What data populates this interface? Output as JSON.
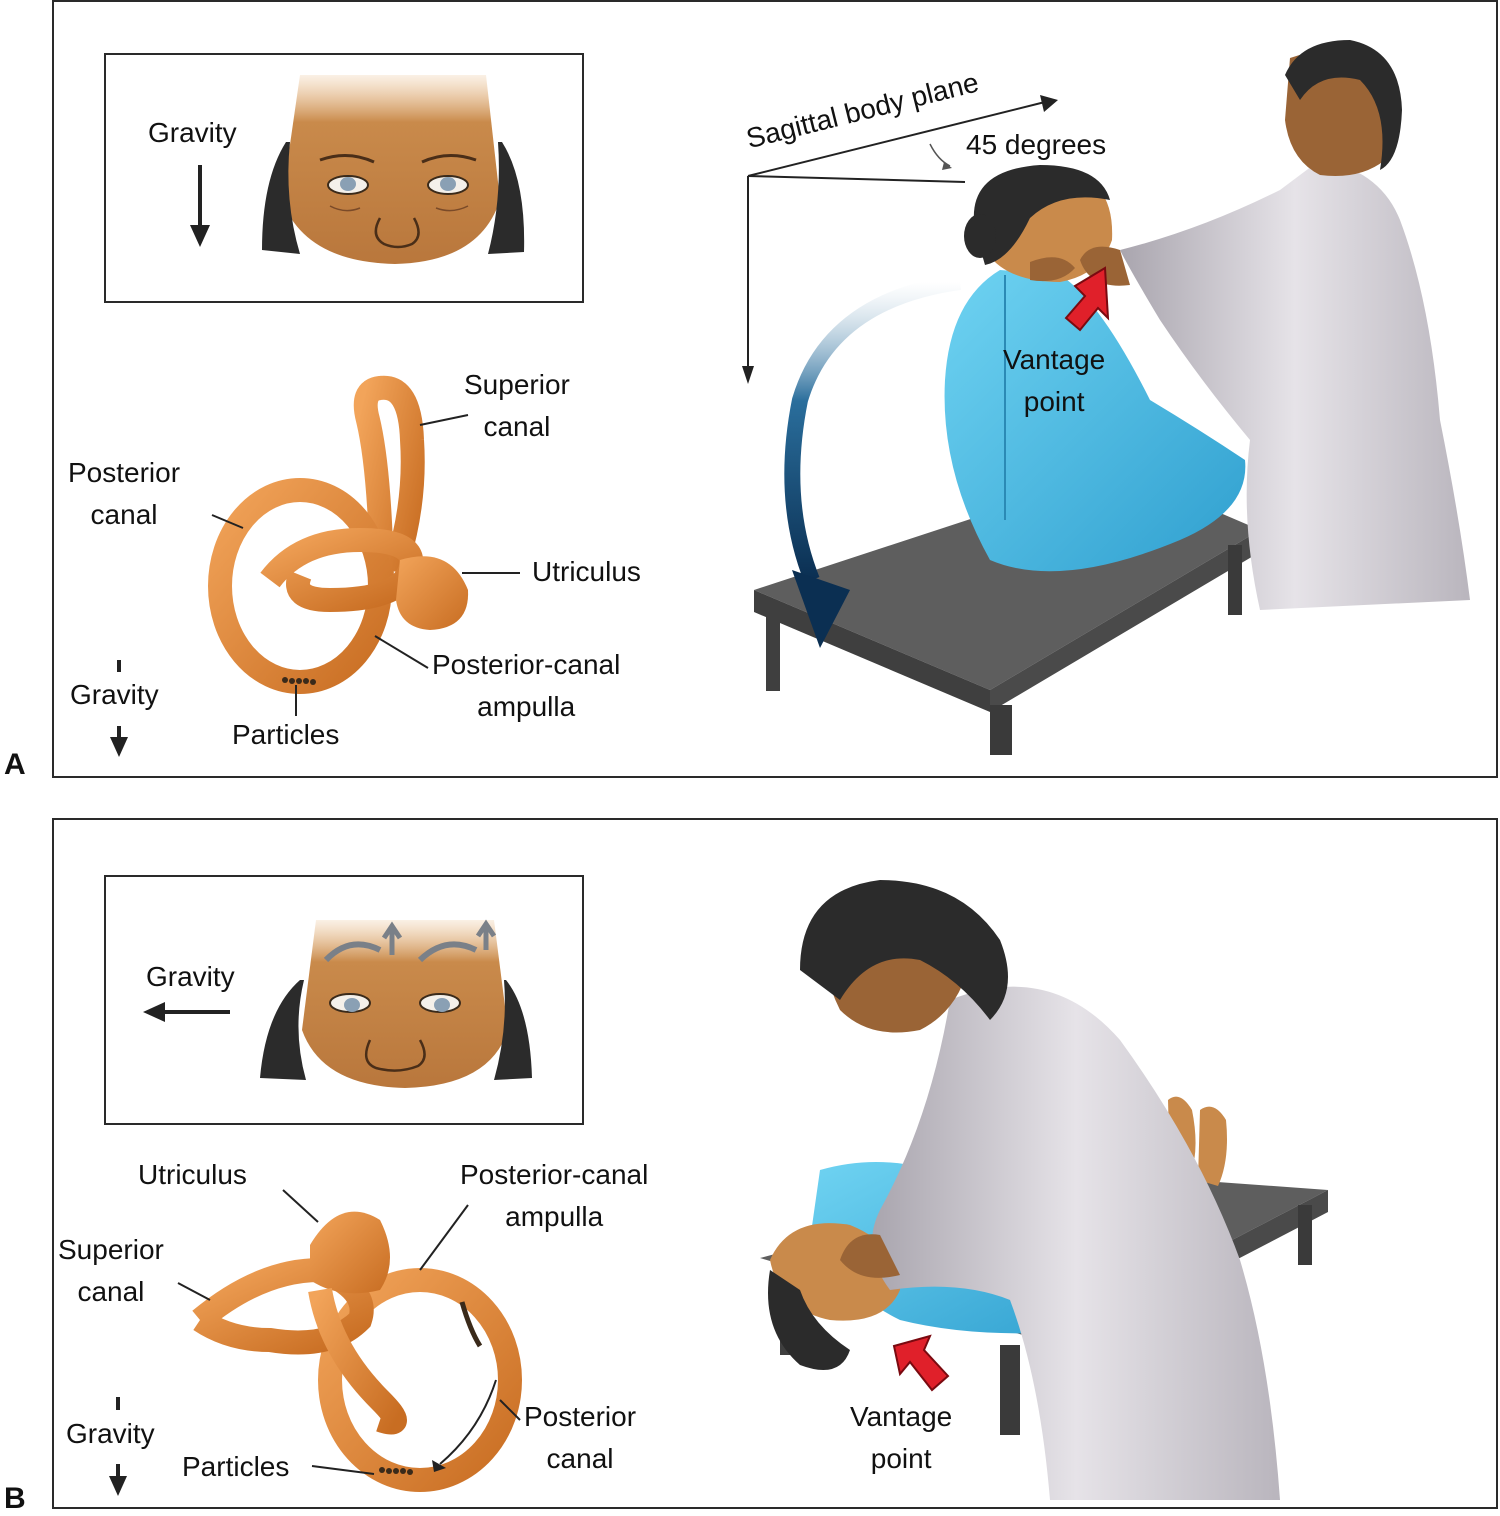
{
  "panels": [
    {
      "letter": "A",
      "inset_gravity": "Gravity",
      "labels": {
        "superior_canal": [
          "Superior",
          "canal"
        ],
        "posterior_canal": [
          "Posterior",
          "canal"
        ],
        "utriculus": "Utriculus",
        "ampulla": [
          "Posterior-canal",
          "ampulla"
        ],
        "particles": "Particles",
        "gravity": "Gravity",
        "sagittal": "Sagittal body plane",
        "degrees": "45 degrees",
        "vantage": [
          "Vantage",
          "point"
        ]
      }
    },
    {
      "letter": "B",
      "inset_gravity": "Gravity",
      "labels": {
        "utriculus": "Utriculus",
        "ampulla": [
          "Posterior-canal",
          "ampulla"
        ],
        "superior_canal": [
          "Superior",
          "canal"
        ],
        "posterior_canal": [
          "Posterior",
          "canal"
        ],
        "particles": "Particles",
        "gravity": "Gravity",
        "vantage": [
          "Vantage",
          "point"
        ]
      }
    }
  ],
  "colors": {
    "skin": "#c98a4b",
    "canal": "#e08a3a",
    "gown": "#4fc3ea",
    "coat": "#d9d6dc",
    "table": "#5e5e5e",
    "hair": "#2b2b2b",
    "red_arrow": "#e0202a",
    "curve_arrow": "#0f3f66"
  },
  "icons": [
    "gravity-arrow-icon",
    "red-arrow-icon",
    "curved-arrow-icon"
  ]
}
